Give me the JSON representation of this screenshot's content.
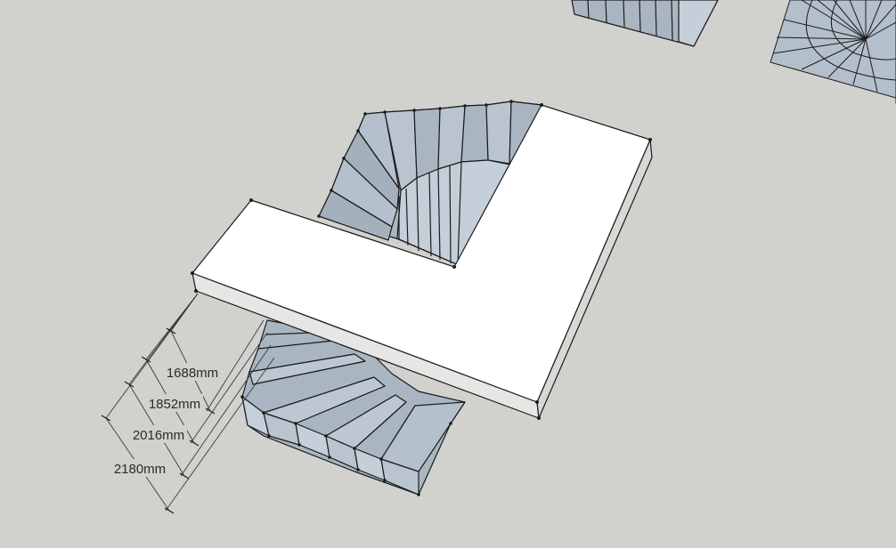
{
  "viewport": {
    "background": "#d1d1cd",
    "model": {
      "face_color": "#a9b6c2",
      "riser_color": "#c4cfd9",
      "shadow_color": "#8f9ca8",
      "slab_top_color": "#ffffff",
      "slab_side_color": "#e6e6e4",
      "edge_color": "#1b1b1b"
    }
  },
  "dimensions": [
    {
      "label": "1688mm"
    },
    {
      "label": "1852mm"
    },
    {
      "label": "2016mm"
    },
    {
      "label": "2180mm"
    }
  ]
}
